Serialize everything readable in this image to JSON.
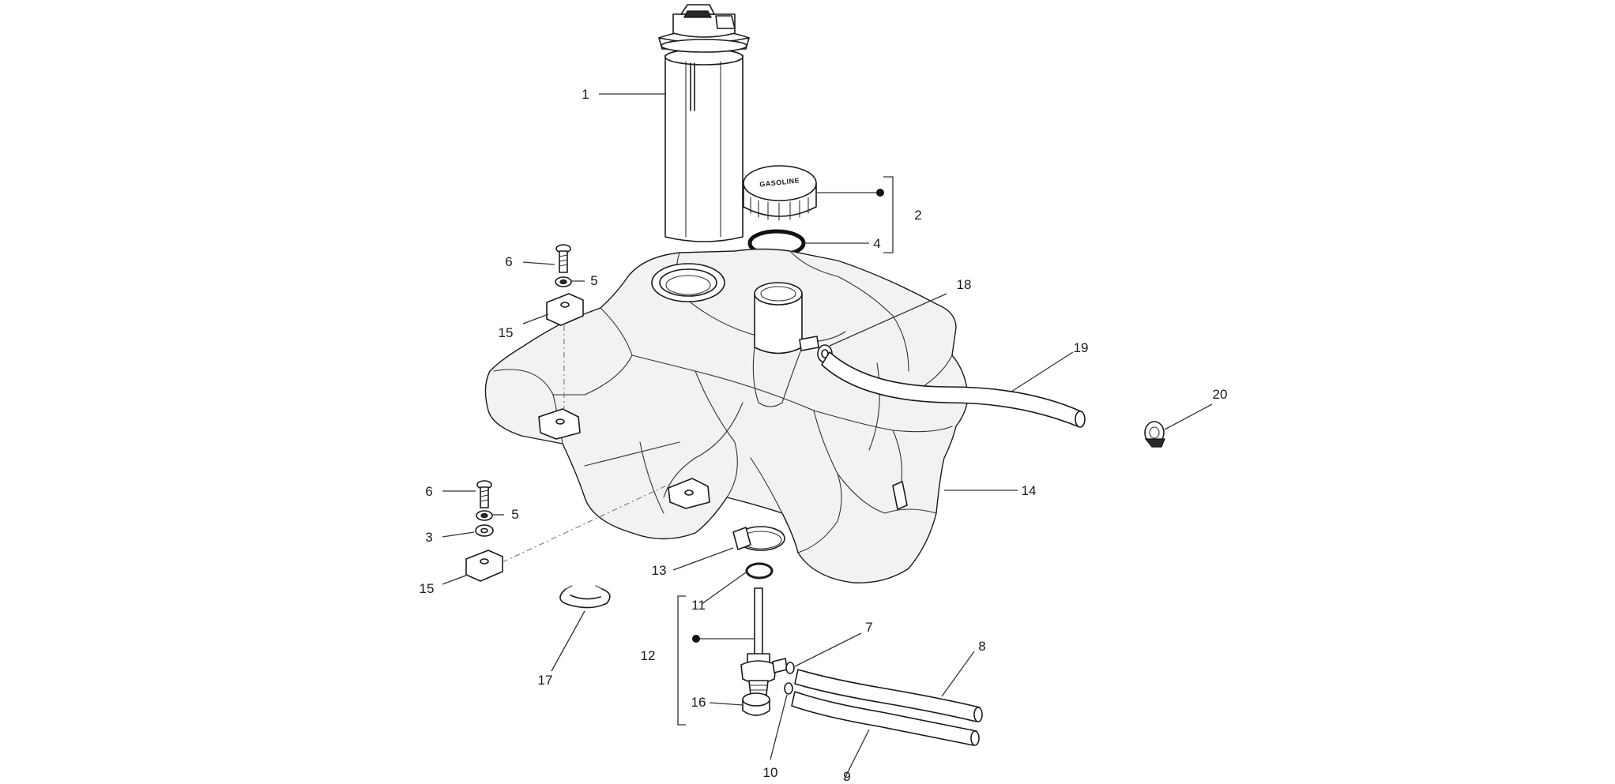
{
  "diagram": {
    "type": "exploded-parts-view",
    "cap_text": "GASOLINE",
    "callouts": [
      {
        "id": "c1",
        "label": "1"
      },
      {
        "id": "c2",
        "label": "2"
      },
      {
        "id": "c4",
        "label": "4"
      },
      {
        "id": "c6a",
        "label": "6"
      },
      {
        "id": "c5a",
        "label": "5"
      },
      {
        "id": "c15a",
        "label": "15"
      },
      {
        "id": "c18",
        "label": "18"
      },
      {
        "id": "c19",
        "label": "19"
      },
      {
        "id": "c20",
        "label": "20"
      },
      {
        "id": "c14",
        "label": "14"
      },
      {
        "id": "c6b",
        "label": "6"
      },
      {
        "id": "c5b",
        "label": "5"
      },
      {
        "id": "c3",
        "label": "3"
      },
      {
        "id": "c15b",
        "label": "15"
      },
      {
        "id": "c13",
        "label": "13"
      },
      {
        "id": "c11",
        "label": "11"
      },
      {
        "id": "c12",
        "label": "12"
      },
      {
        "id": "c17",
        "label": "17"
      },
      {
        "id": "c7",
        "label": "7"
      },
      {
        "id": "c8",
        "label": "8"
      },
      {
        "id": "c16",
        "label": "16"
      },
      {
        "id": "c10",
        "label": "10"
      },
      {
        "id": "c9",
        "label": "9"
      }
    ],
    "colors": {
      "ink": "#1a1a1a",
      "background": "#ffffff"
    }
  }
}
